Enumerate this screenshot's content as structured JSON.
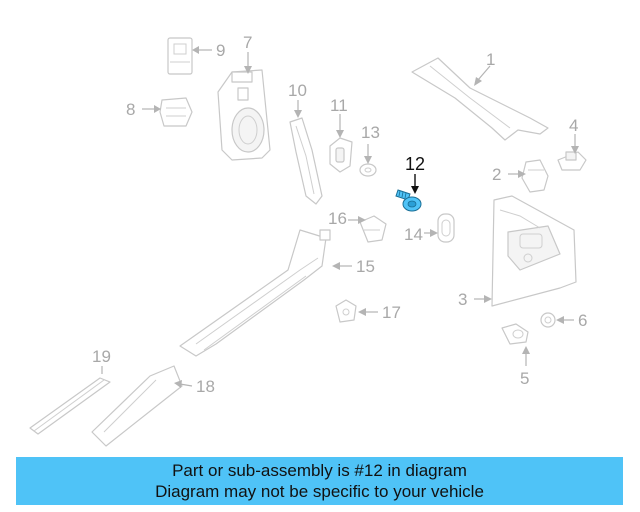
{
  "callouts": [
    "1",
    "2",
    "3",
    "4",
    "5",
    "6",
    "7",
    "8",
    "9",
    "10",
    "11",
    "12",
    "13",
    "14",
    "15",
    "16",
    "17",
    "18",
    "19"
  ],
  "highlight_color": "#4fc3f7",
  "banner": {
    "line1": "Part or sub-assembly is #12 in diagram",
    "line2": "Diagram may not be specific to your vehicle"
  }
}
